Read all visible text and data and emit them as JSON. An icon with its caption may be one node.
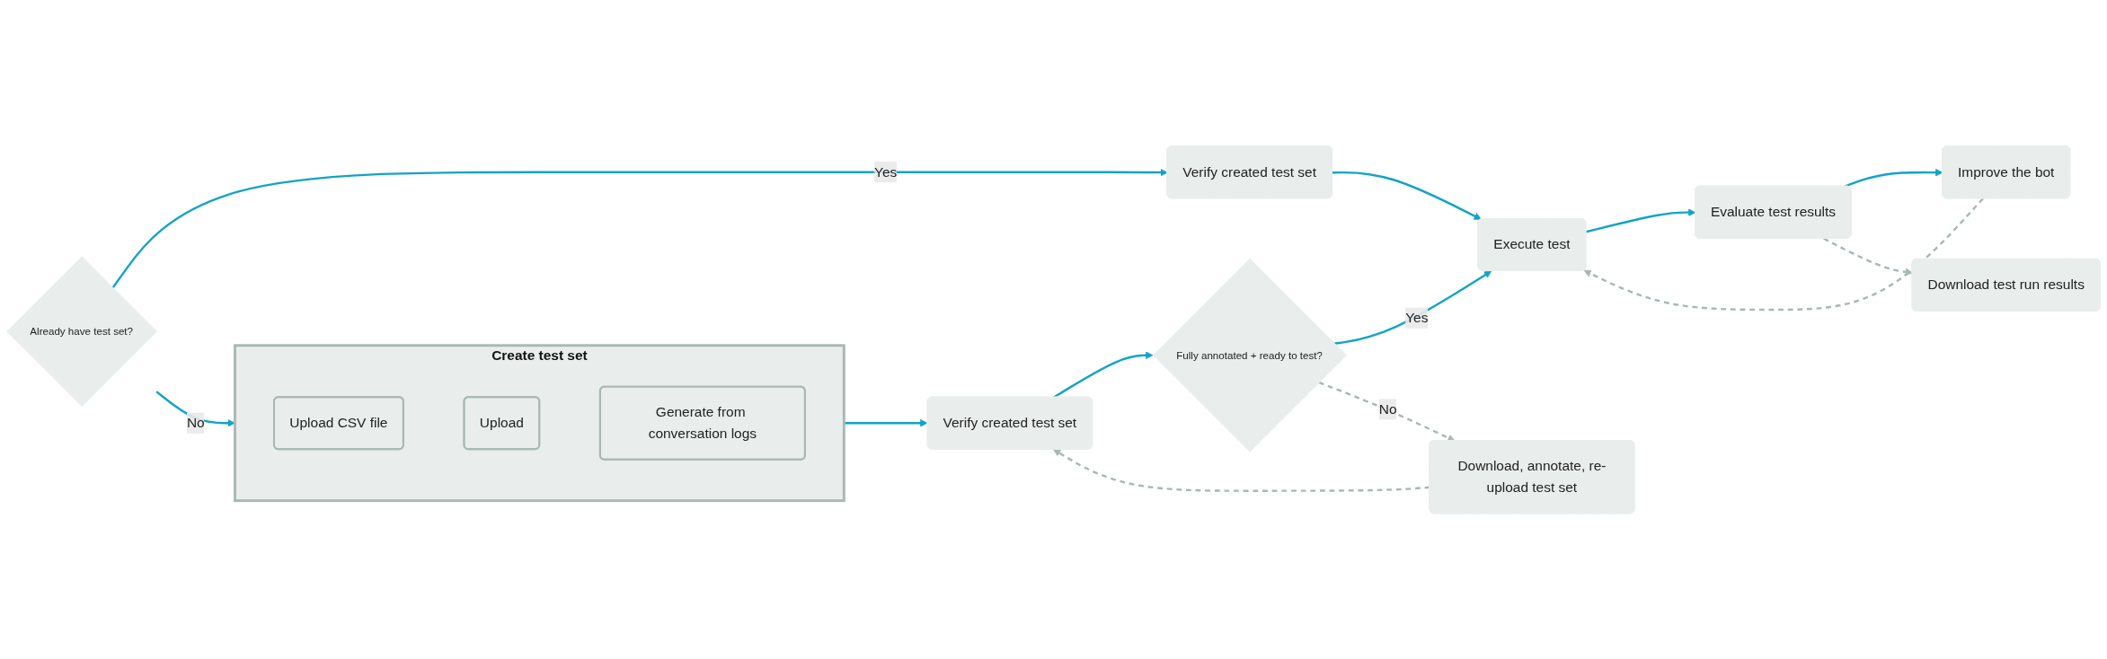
{
  "diagram": {
    "nodes": [
      {
        "text": [
          "Already have test set?"
        ]
      },
      {
        "text": [
          "Verify created test set"
        ]
      },
      {
        "text": [
          "Create test set"
        ]
      },
      {
        "text": [
          "Upload CSV file"
        ],
        "in": 2
      },
      {
        "text": [
          "Upload"
        ],
        "in": 2
      },
      {
        "text": [
          "Generate from conversation logs"
        ],
        "in": 2
      },
      {
        "text": [
          "Verify created test set"
        ]
      },
      {
        "text": [
          "Fully annotated + ready to test?"
        ]
      },
      {
        "text": [
          "Download, annotate, re-upload test set"
        ]
      },
      {
        "text": [
          "Execute test"
        ]
      },
      {
        "text": [
          "Evaluate test results"
        ]
      },
      {
        "text": [
          "Improve the bot"
        ]
      },
      {
        "text": [
          "Download test run results"
        ]
      }
    ],
    "edges": [
      {
        "from": 0,
        "to": 1,
        "arrow": "to",
        "label": "Yes"
      },
      {
        "from": 0,
        "to": 2,
        "arrow": "to",
        "label": "No"
      },
      {
        "from": 2,
        "to": 6,
        "arrow": "to"
      },
      {
        "from": 6,
        "to": 7,
        "arrow": "to"
      },
      {
        "from": 7,
        "to": 9,
        "arrow": "to",
        "label": "Yes"
      },
      {
        "from": 7,
        "to": 8,
        "arrow": "to",
        "label": "No",
        "style": "dashed",
        "color": "#a9b7b5"
      },
      {
        "from": 8,
        "to": 6,
        "arrow": "to",
        "style": "dashed",
        "color": "#a9b7b5"
      },
      {
        "from": 1,
        "to": 9,
        "arrow": "to"
      },
      {
        "from": 9,
        "to": 10,
        "arrow": "to"
      },
      {
        "from": 10,
        "to": 11,
        "arrow": "to"
      },
      {
        "from": 11,
        "to": 9,
        "arrow": "to",
        "style": "dashed",
        "color": "#a9b7b5"
      },
      {
        "from": 10,
        "to": 12,
        "arrow": "to",
        "style": "dashed",
        "color": "#a9b7b5"
      }
    ]
  }
}
